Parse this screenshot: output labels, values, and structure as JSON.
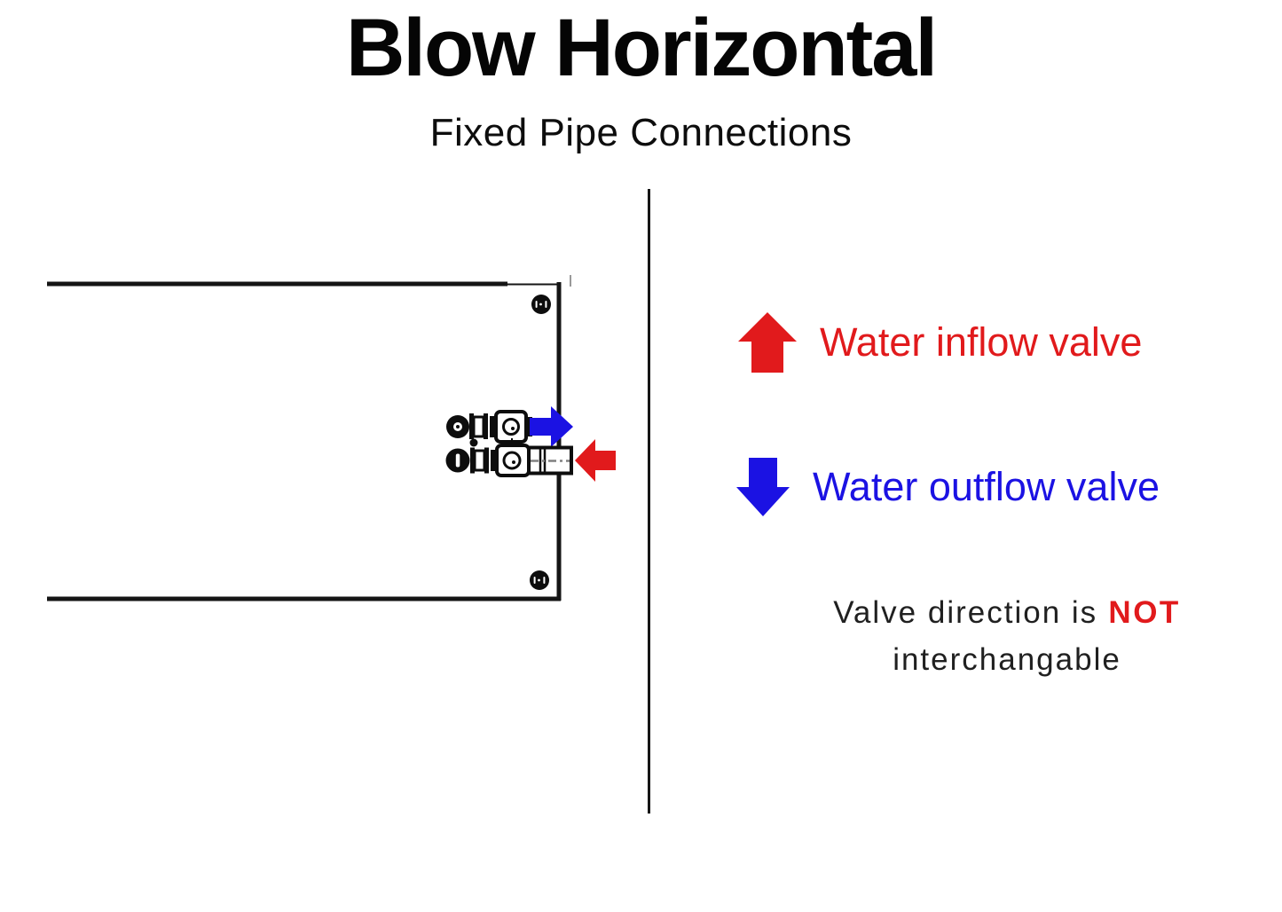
{
  "header": {
    "title": "Blow Horizontal",
    "subtitle": "Fixed Pipe Connections"
  },
  "colors": {
    "accent_red": "#e11a1c",
    "accent_blue": "#1b12e3",
    "ink": "#141414"
  },
  "legend": {
    "items": [
      {
        "icon": "arrow-up-icon",
        "label": "Water inflow valve",
        "color": "#e11a1c"
      },
      {
        "icon": "arrow-down-icon",
        "label": "Water outflow valve",
        "color": "#1b12e3"
      }
    ]
  },
  "note": {
    "text_before": "Valve direction is",
    "emphasis": "NOT",
    "text_line2": "interchangable"
  },
  "diagram": {
    "outflow_arrow": {
      "icon": "arrow-right-icon",
      "color": "#1b12e3"
    },
    "inflow_arrow": {
      "icon": "arrow-left-icon",
      "color": "#e11a1c"
    }
  }
}
